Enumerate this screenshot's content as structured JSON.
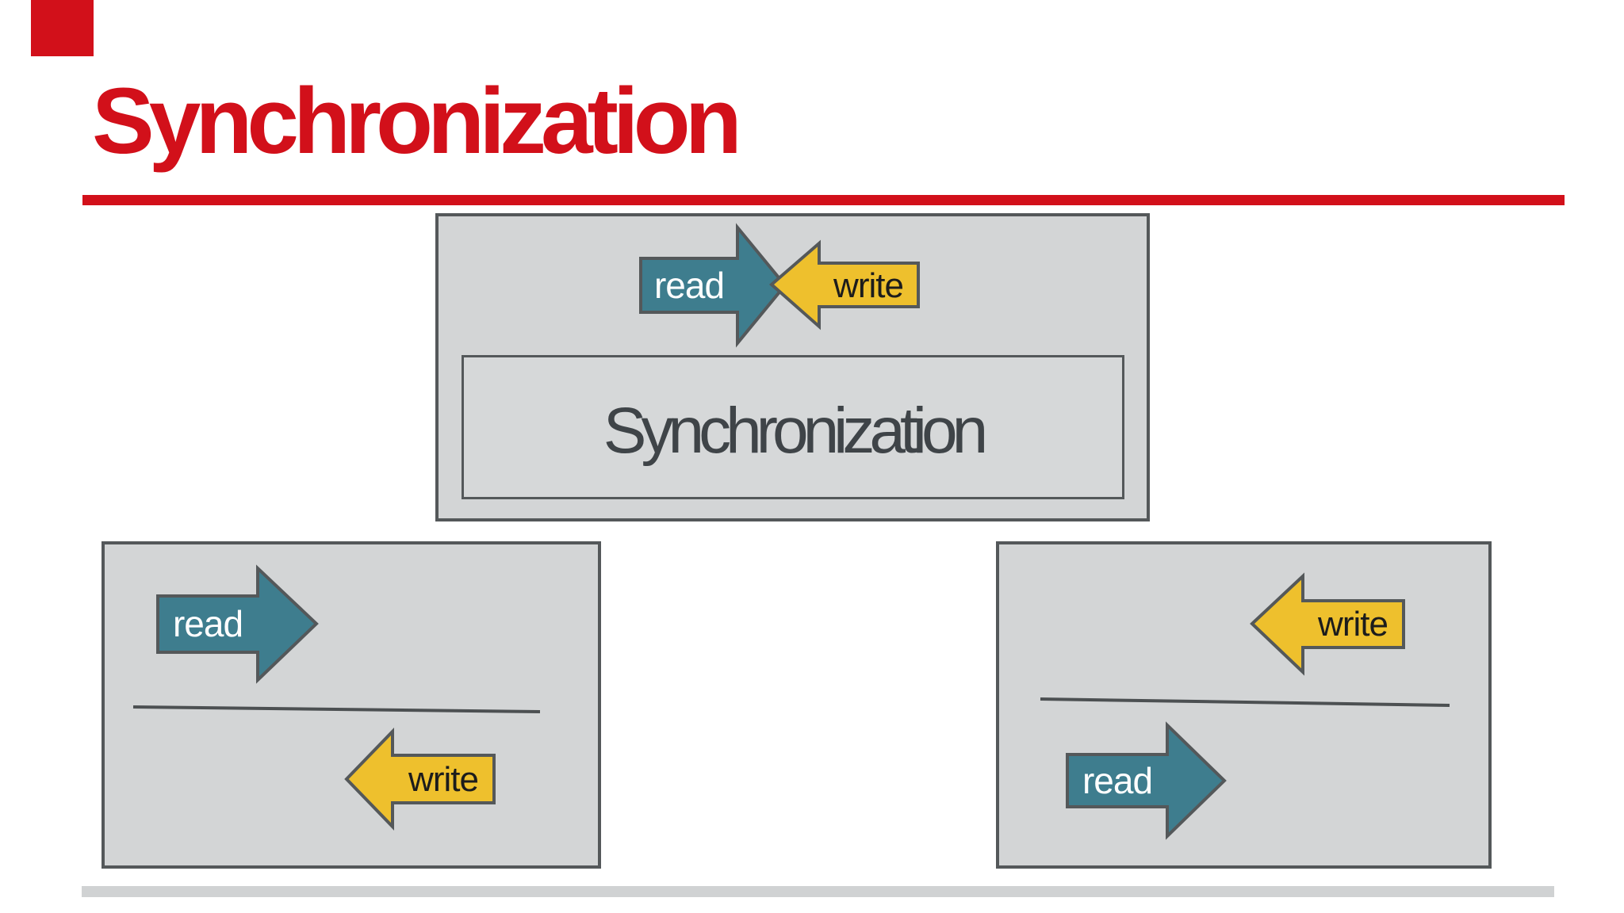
{
  "page": {
    "title": "Synchronization"
  },
  "colors": {
    "red": "#d2101a",
    "teal": "#3e7d8e",
    "yellow": "#eec02d",
    "box_fill": "#d3d5d6",
    "inner_fill": "#d6d8d9",
    "box_border": "#54585a",
    "divider": "#4c5052",
    "inner_text": "#3f4448",
    "read_text": "#ffffff",
    "write_text": "#1c1c1c",
    "bottom_bar": "#d0d2d3"
  },
  "center_box": {
    "read_label": "read",
    "write_label": "write",
    "inner_label": "Synchronization"
  },
  "bottom_left_box": {
    "read_label": "read",
    "write_label": "write"
  },
  "bottom_right_box": {
    "write_label": "write",
    "read_label": "read"
  }
}
